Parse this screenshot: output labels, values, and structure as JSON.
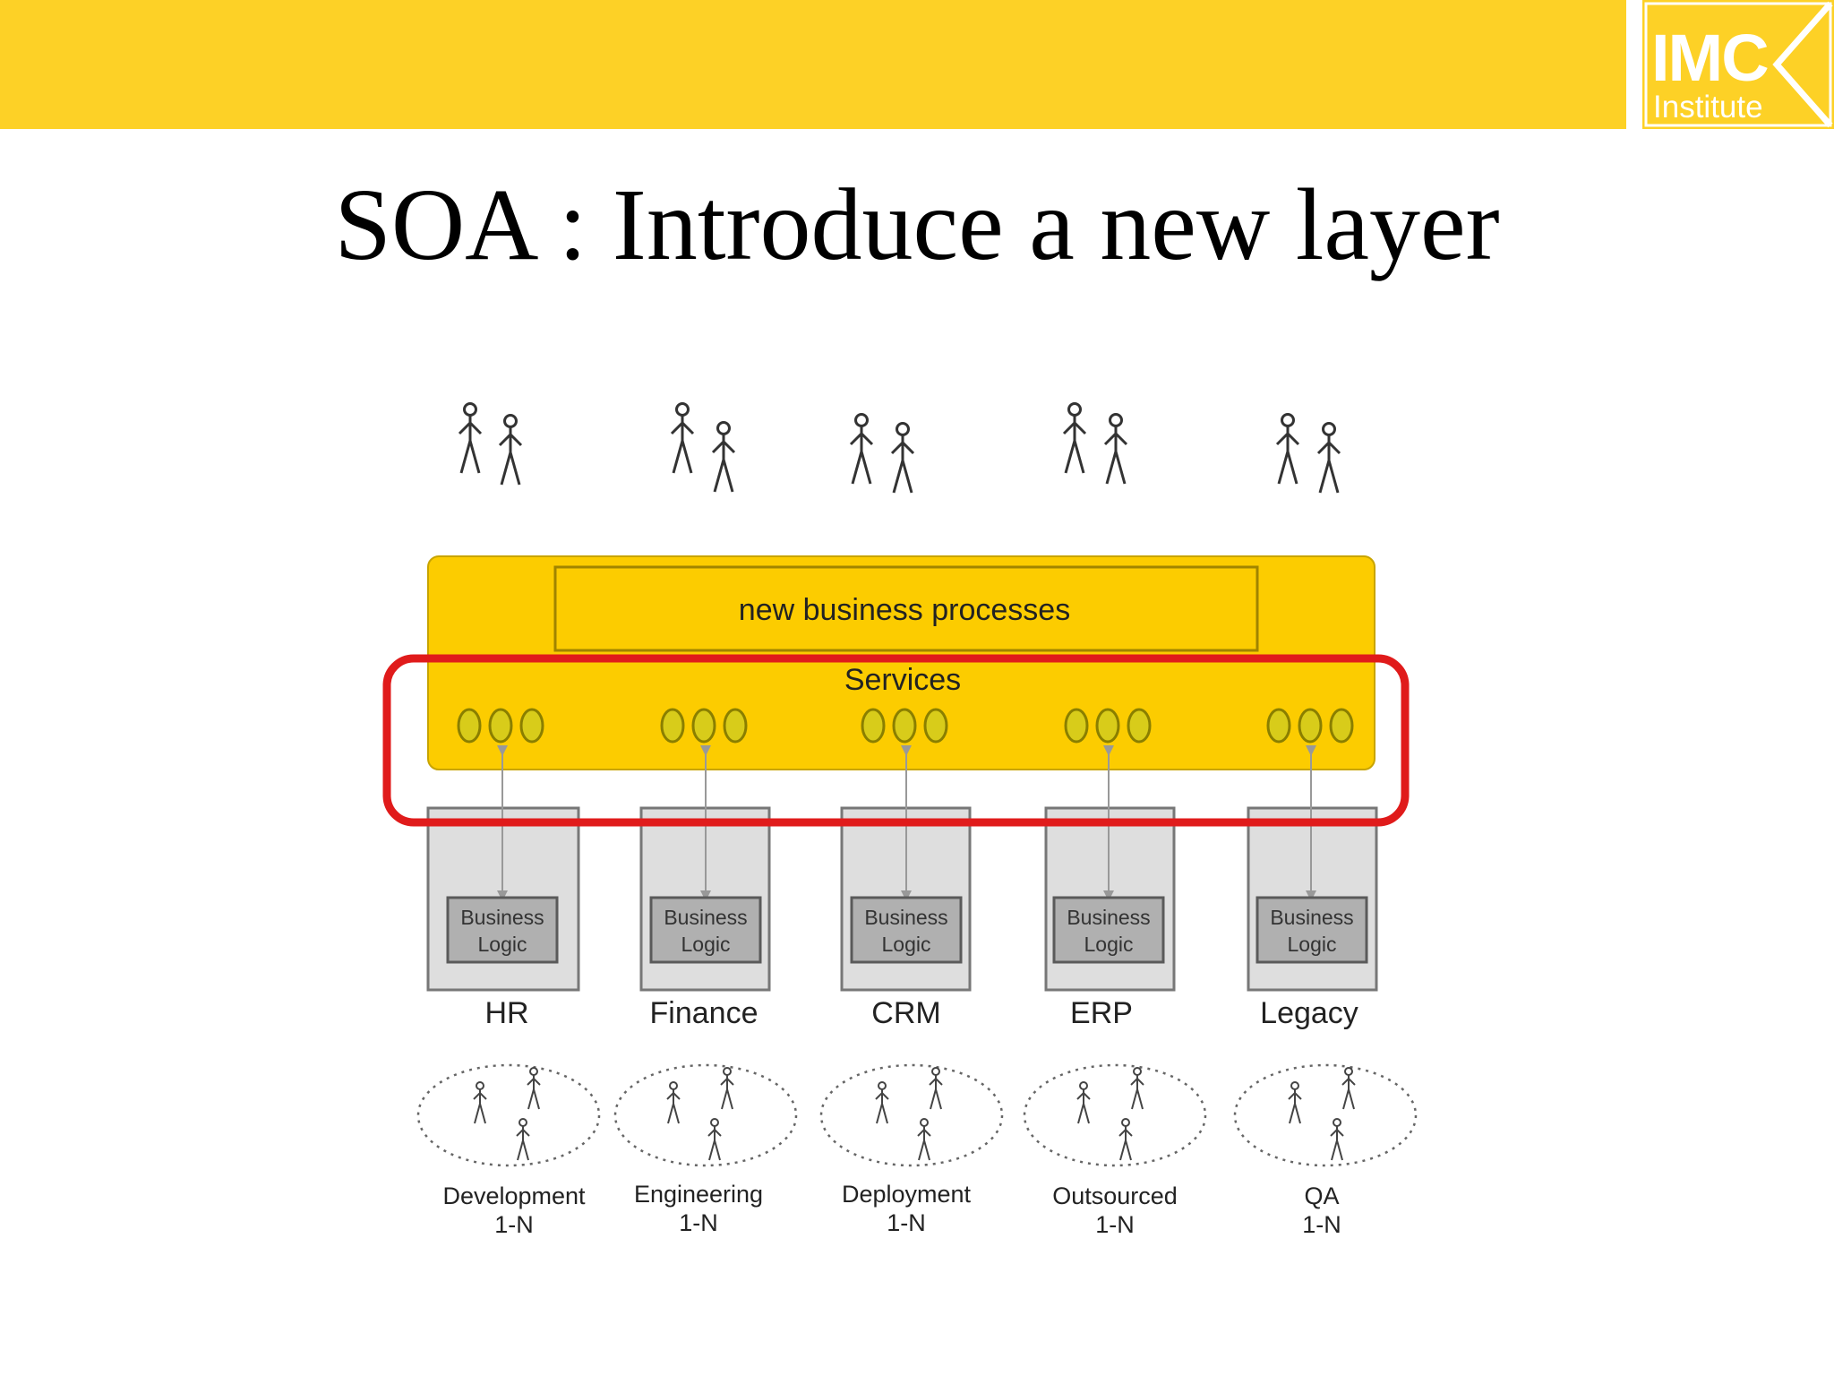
{
  "logo": {
    "main": "IMC",
    "sub": "Institute"
  },
  "slide": {
    "title": "SOA : Introduce a new layer"
  },
  "diagram": {
    "process_label": "new business processes",
    "services_label": "Services",
    "colors": {
      "banner": "#fdd126",
      "band": "#fccc00",
      "service_fill": "#d8cc1a",
      "service_stroke": "#8a7f00",
      "highlight": "#e01b1b",
      "system_box": "#dedede",
      "logic_box": "#b0b0b0"
    },
    "systems": [
      {
        "name": "HR",
        "logic_line1": "Business",
        "logic_line2": "Logic",
        "team": "Development",
        "count": "1-N"
      },
      {
        "name": "Finance",
        "logic_line1": "Business",
        "logic_line2": "Logic",
        "team": "Engineering",
        "count": "1-N"
      },
      {
        "name": "CRM",
        "logic_line1": "Business",
        "logic_line2": "Logic",
        "team": "Deployment",
        "count": "1-N"
      },
      {
        "name": "ERP",
        "logic_line1": "Business",
        "logic_line2": "Logic",
        "team": "Outsourced",
        "count": "1-N"
      },
      {
        "name": "Legacy",
        "logic_line1": "Business",
        "logic_line2": "Logic",
        "team": "QA",
        "count": "1-N"
      }
    ]
  }
}
